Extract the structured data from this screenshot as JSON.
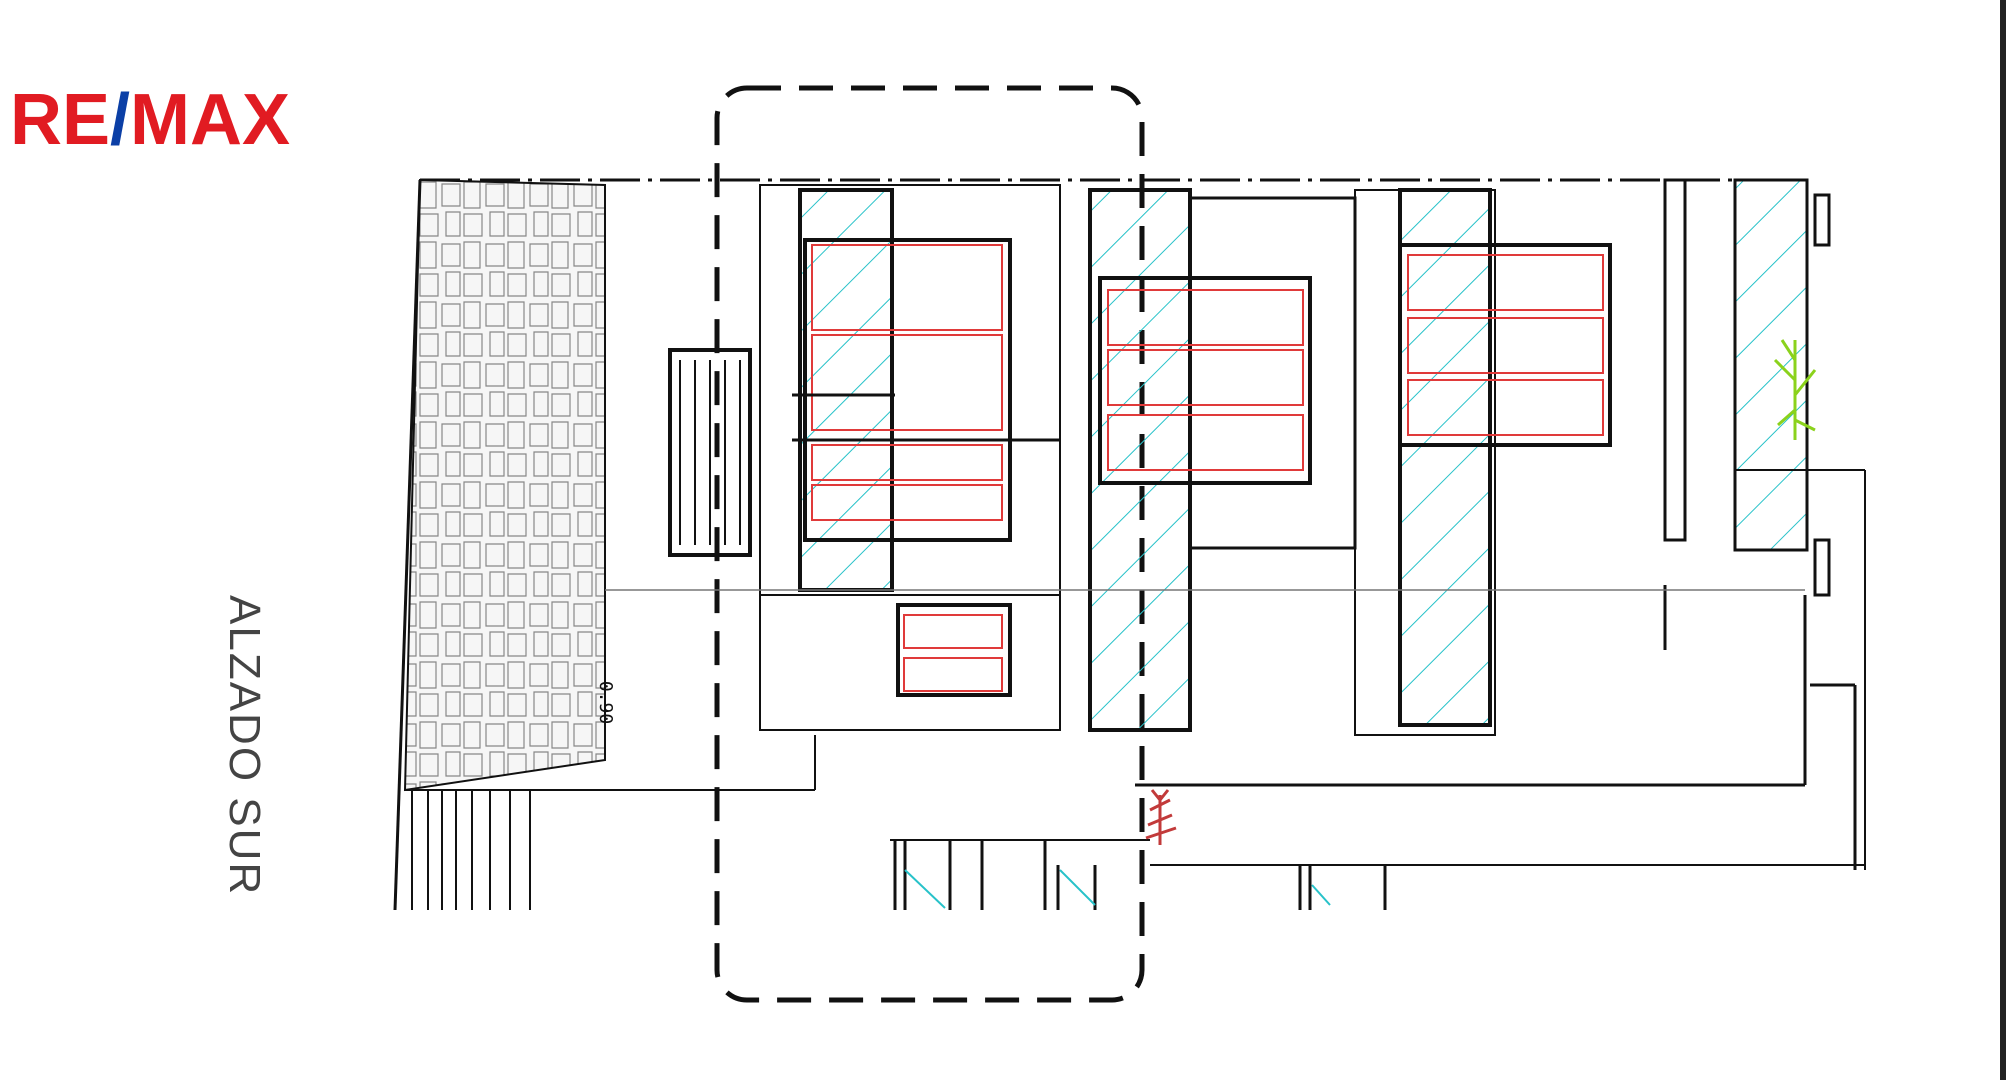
{
  "brand": {
    "logo_text_left": "RE",
    "logo_text_slash": "/",
    "logo_text_right": "MAX",
    "colors": {
      "red": "#e11b22",
      "blue": "#0b3fa6"
    }
  },
  "drawing": {
    "elevation_label": "ALZADO SUR",
    "level_label": "-0.90",
    "colors": {
      "glazing": "#e03a3a",
      "hatch": "#27c2c9",
      "line": "#111111",
      "plant": "#8bd21c",
      "shrub": "#c23a3a"
    }
  }
}
